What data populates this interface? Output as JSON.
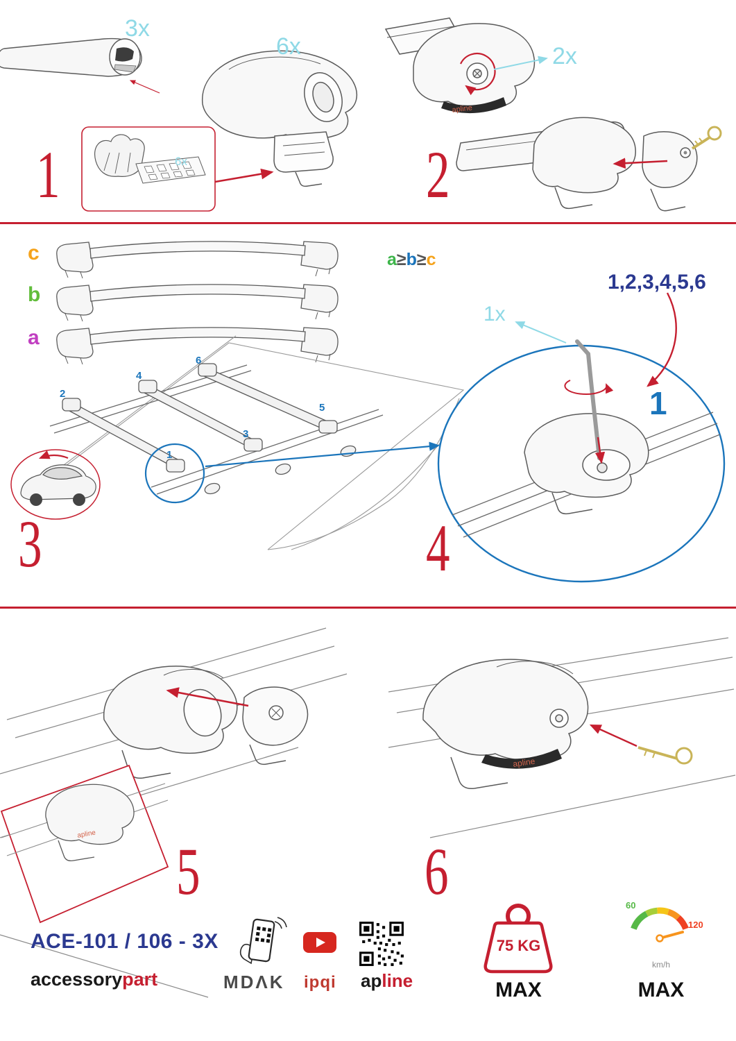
{
  "colors": {
    "accent_red": "#c51f30",
    "label_cyan": "#8fd9e6",
    "navy": "#2b3990",
    "bright_blue": "#1b75bb",
    "orange": "#f5a31c",
    "green": "#62bd3c",
    "magenta": "#c13fc1"
  },
  "step1": {
    "number": "1",
    "bar_qty": "3x",
    "foot_qty": "6x",
    "pad_qty": "6x"
  },
  "step2": {
    "number": "2",
    "key_qty": "2x",
    "brand": "apline"
  },
  "step3": {
    "number": "3",
    "bar_c": "c",
    "bar_b": "b",
    "bar_a": "a",
    "size_rule": {
      "a": "a",
      "ge1": "≥",
      "b": "b",
      "ge2": "≥",
      "c": "c"
    },
    "positions": {
      "p1": "1",
      "p2": "2",
      "p3": "3",
      "p4": "4",
      "p5": "5",
      "p6": "6"
    }
  },
  "step4": {
    "number": "4",
    "tighten_sequence": "1,2,3,4,5,6",
    "tool_qty": "1x",
    "first_position": "1"
  },
  "step5": {
    "number": "5",
    "foot_brand": "apline"
  },
  "step6": {
    "number": "6",
    "foot_brand": "apline"
  },
  "footer": {
    "model": "ACE-101 / 106 - 3X",
    "brand_black": "accessory",
    "brand_red": "part",
    "logo_mdak": "MDΛK",
    "logo_ipqi": "ipqi",
    "logo_ap": "ap",
    "logo_line": "line",
    "max_load": "75 KG",
    "max_load_label": "MAX",
    "speed_min": "60",
    "speed_max_value": "120",
    "speed_unit": "km/h",
    "speed_label": "MAX"
  }
}
